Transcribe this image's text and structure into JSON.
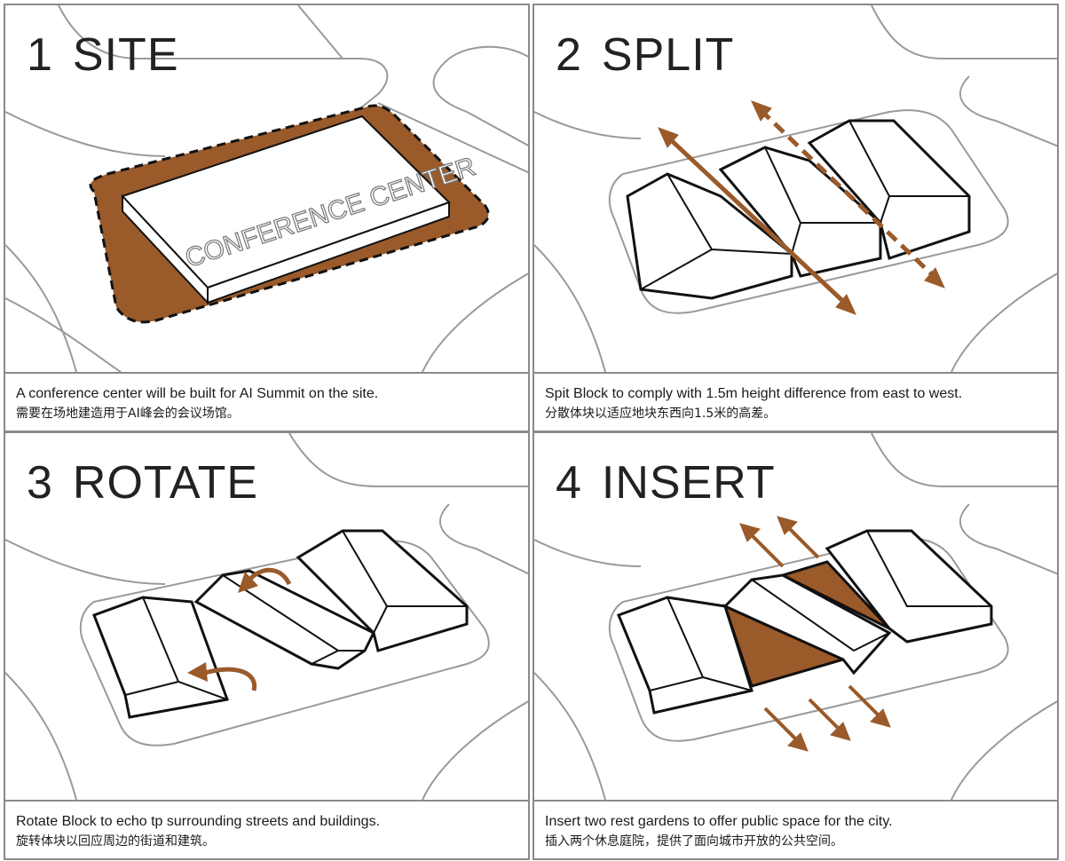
{
  "colors": {
    "accent": "#9a5a2a",
    "street": "#9a9a9a",
    "border": "#8a8a8a",
    "ink": "#111111"
  },
  "panels": [
    {
      "number": "1",
      "title": "SITE",
      "label": "CONFERENCE CENTER",
      "caption_en": "A conference center will be built for AI Summit on the site.",
      "caption_zh": "需要在场地建造用于AI峰会的会议场馆。"
    },
    {
      "number": "2",
      "title": "SPLIT",
      "caption_en": "Spit Block to comply with 1.5m height difference from east to west.",
      "caption_zh": "分散体块以适应地块东西向1.5米的高差。"
    },
    {
      "number": "3",
      "title": "ROTATE",
      "caption_en": "Rotate Block to echo tp surrounding streets and buildings.",
      "caption_zh": "旋转体块以回应周边的街道和建筑。"
    },
    {
      "number": "4",
      "title": "INSERT",
      "caption_en": "Insert two rest gardens to offer public space for the city.",
      "caption_zh": "插入两个休息庭院，提供了面向城市开放的公共空间。"
    }
  ]
}
